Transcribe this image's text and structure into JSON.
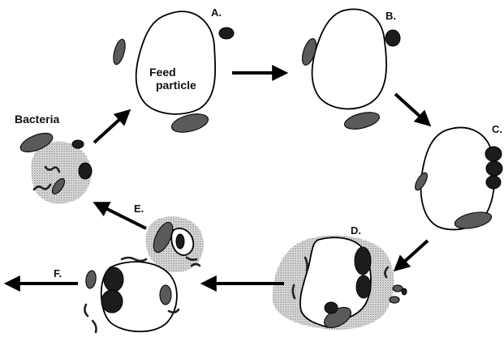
{
  "labels": {
    "a": "A.",
    "b": "B.",
    "c": "C.",
    "d": "D.",
    "e": "E.",
    "f": "F.",
    "feed_line1": "Feed",
    "feed_line2": "particle",
    "bacteria": "Bacteria"
  },
  "colors": {
    "background": "#ffffff",
    "outline": "#000000",
    "bacteria_fill": "#5a5a5a",
    "bacteria_dark": "#1c1c1c",
    "haze": "#999999"
  }
}
